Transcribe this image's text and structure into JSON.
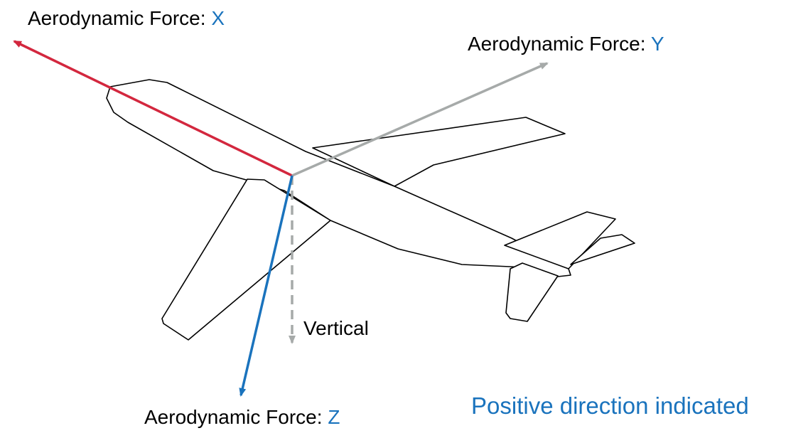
{
  "labels": {
    "force_prefix": "Aerodynamic Force: ",
    "x_letter": "X",
    "y_letter": "Y",
    "z_letter": "Z",
    "vertical": "Vertical",
    "note": "Positive direction indicated"
  },
  "colors": {
    "x_axis": "#d3273e",
    "y_axis": "#a6aaa9",
    "z_axis": "#1a73bd",
    "vertical": "#a6aaa9",
    "accent_text": "#1a73bd",
    "outline": "#000000",
    "text": "#000000"
  }
}
